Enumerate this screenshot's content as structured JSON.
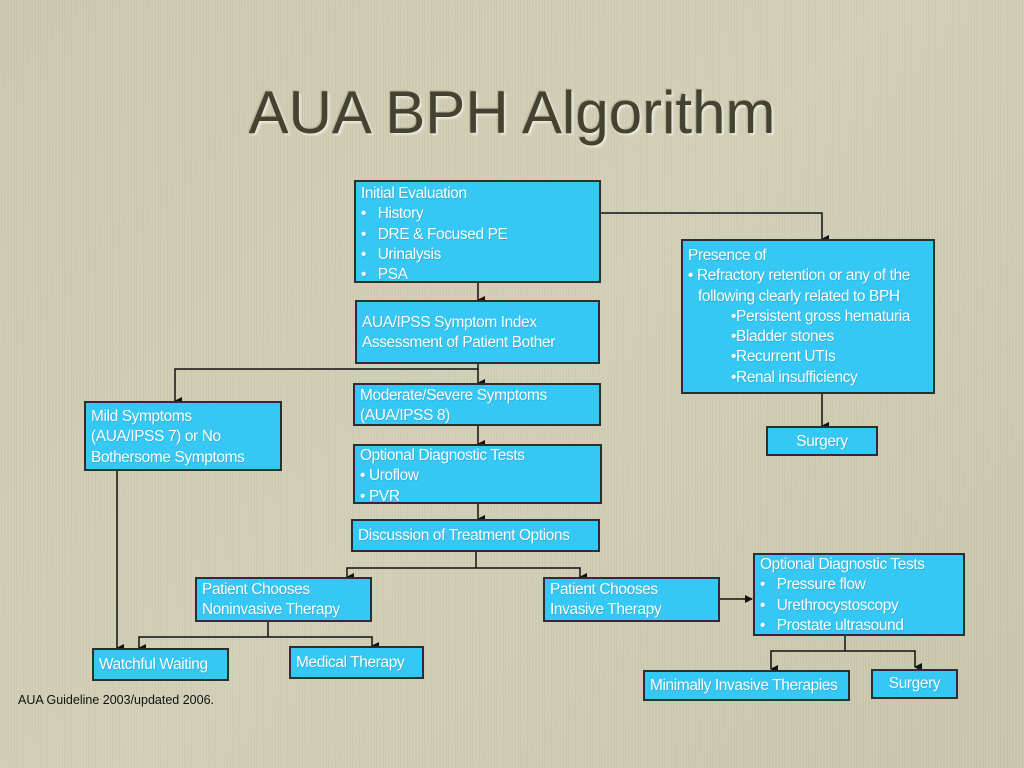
{
  "title": "AUA BPH Algorithm",
  "footnote": "AUA Guideline 2003/updated 2006.",
  "colors": {
    "box_fill": "#35c8f5",
    "box_border": "#2a2f2f",
    "box_text": "#ffffff",
    "background": "#cdc9ae",
    "title_text": "#45432f"
  },
  "boxes": {
    "initial_evaluation": {
      "heading": "Initial Evaluation",
      "items": [
        "History",
        "DRE & Focused PE",
        "Urinalysis",
        "PSA"
      ]
    },
    "symptom_index": {
      "lines": [
        "AUA/IPSS Symptom Index",
        "Assessment of Patient Bother"
      ]
    },
    "moderate_severe": {
      "lines": [
        "Moderate/Severe Symptoms",
        "(AUA/IPSS 8)"
      ]
    },
    "mild_symptoms": {
      "lines": [
        "Mild Symptoms",
        "(AUA/IPSS 7) or No",
        "Bothersome Symptoms"
      ]
    },
    "optional_tests_1": {
      "heading": "Optional Diagnostic Tests",
      "items": [
        "Uroflow",
        "PVR"
      ]
    },
    "discussion": {
      "label": "Discussion of Treatment Options"
    },
    "presence_of": {
      "heading": "Presence of",
      "item_line1": "Refractory retention or any of the",
      "item_line2": "following clearly related to BPH",
      "subitems": [
        "Persistent gross hematuria",
        "Bladder stones",
        "Recurrent UTIs",
        "Renal insufficiency"
      ]
    },
    "surgery_top": {
      "label": "Surgery"
    },
    "noninvasive": {
      "lines": [
        "Patient Chooses",
        "Noninvasive Therapy"
      ]
    },
    "invasive": {
      "lines": [
        "Patient Chooses",
        "Invasive Therapy"
      ]
    },
    "optional_tests_2": {
      "heading": "Optional Diagnostic Tests",
      "items": [
        "Pressure flow",
        "Urethrocystoscopy",
        "Prostate ultrasound"
      ]
    },
    "watchful_waiting": {
      "label": "Watchful Waiting"
    },
    "medical_therapy": {
      "label": "Medical Therapy"
    },
    "minimally_invasive": {
      "label": "Minimally Invasive Therapies"
    },
    "surgery_bottom": {
      "label": "Surgery"
    }
  }
}
